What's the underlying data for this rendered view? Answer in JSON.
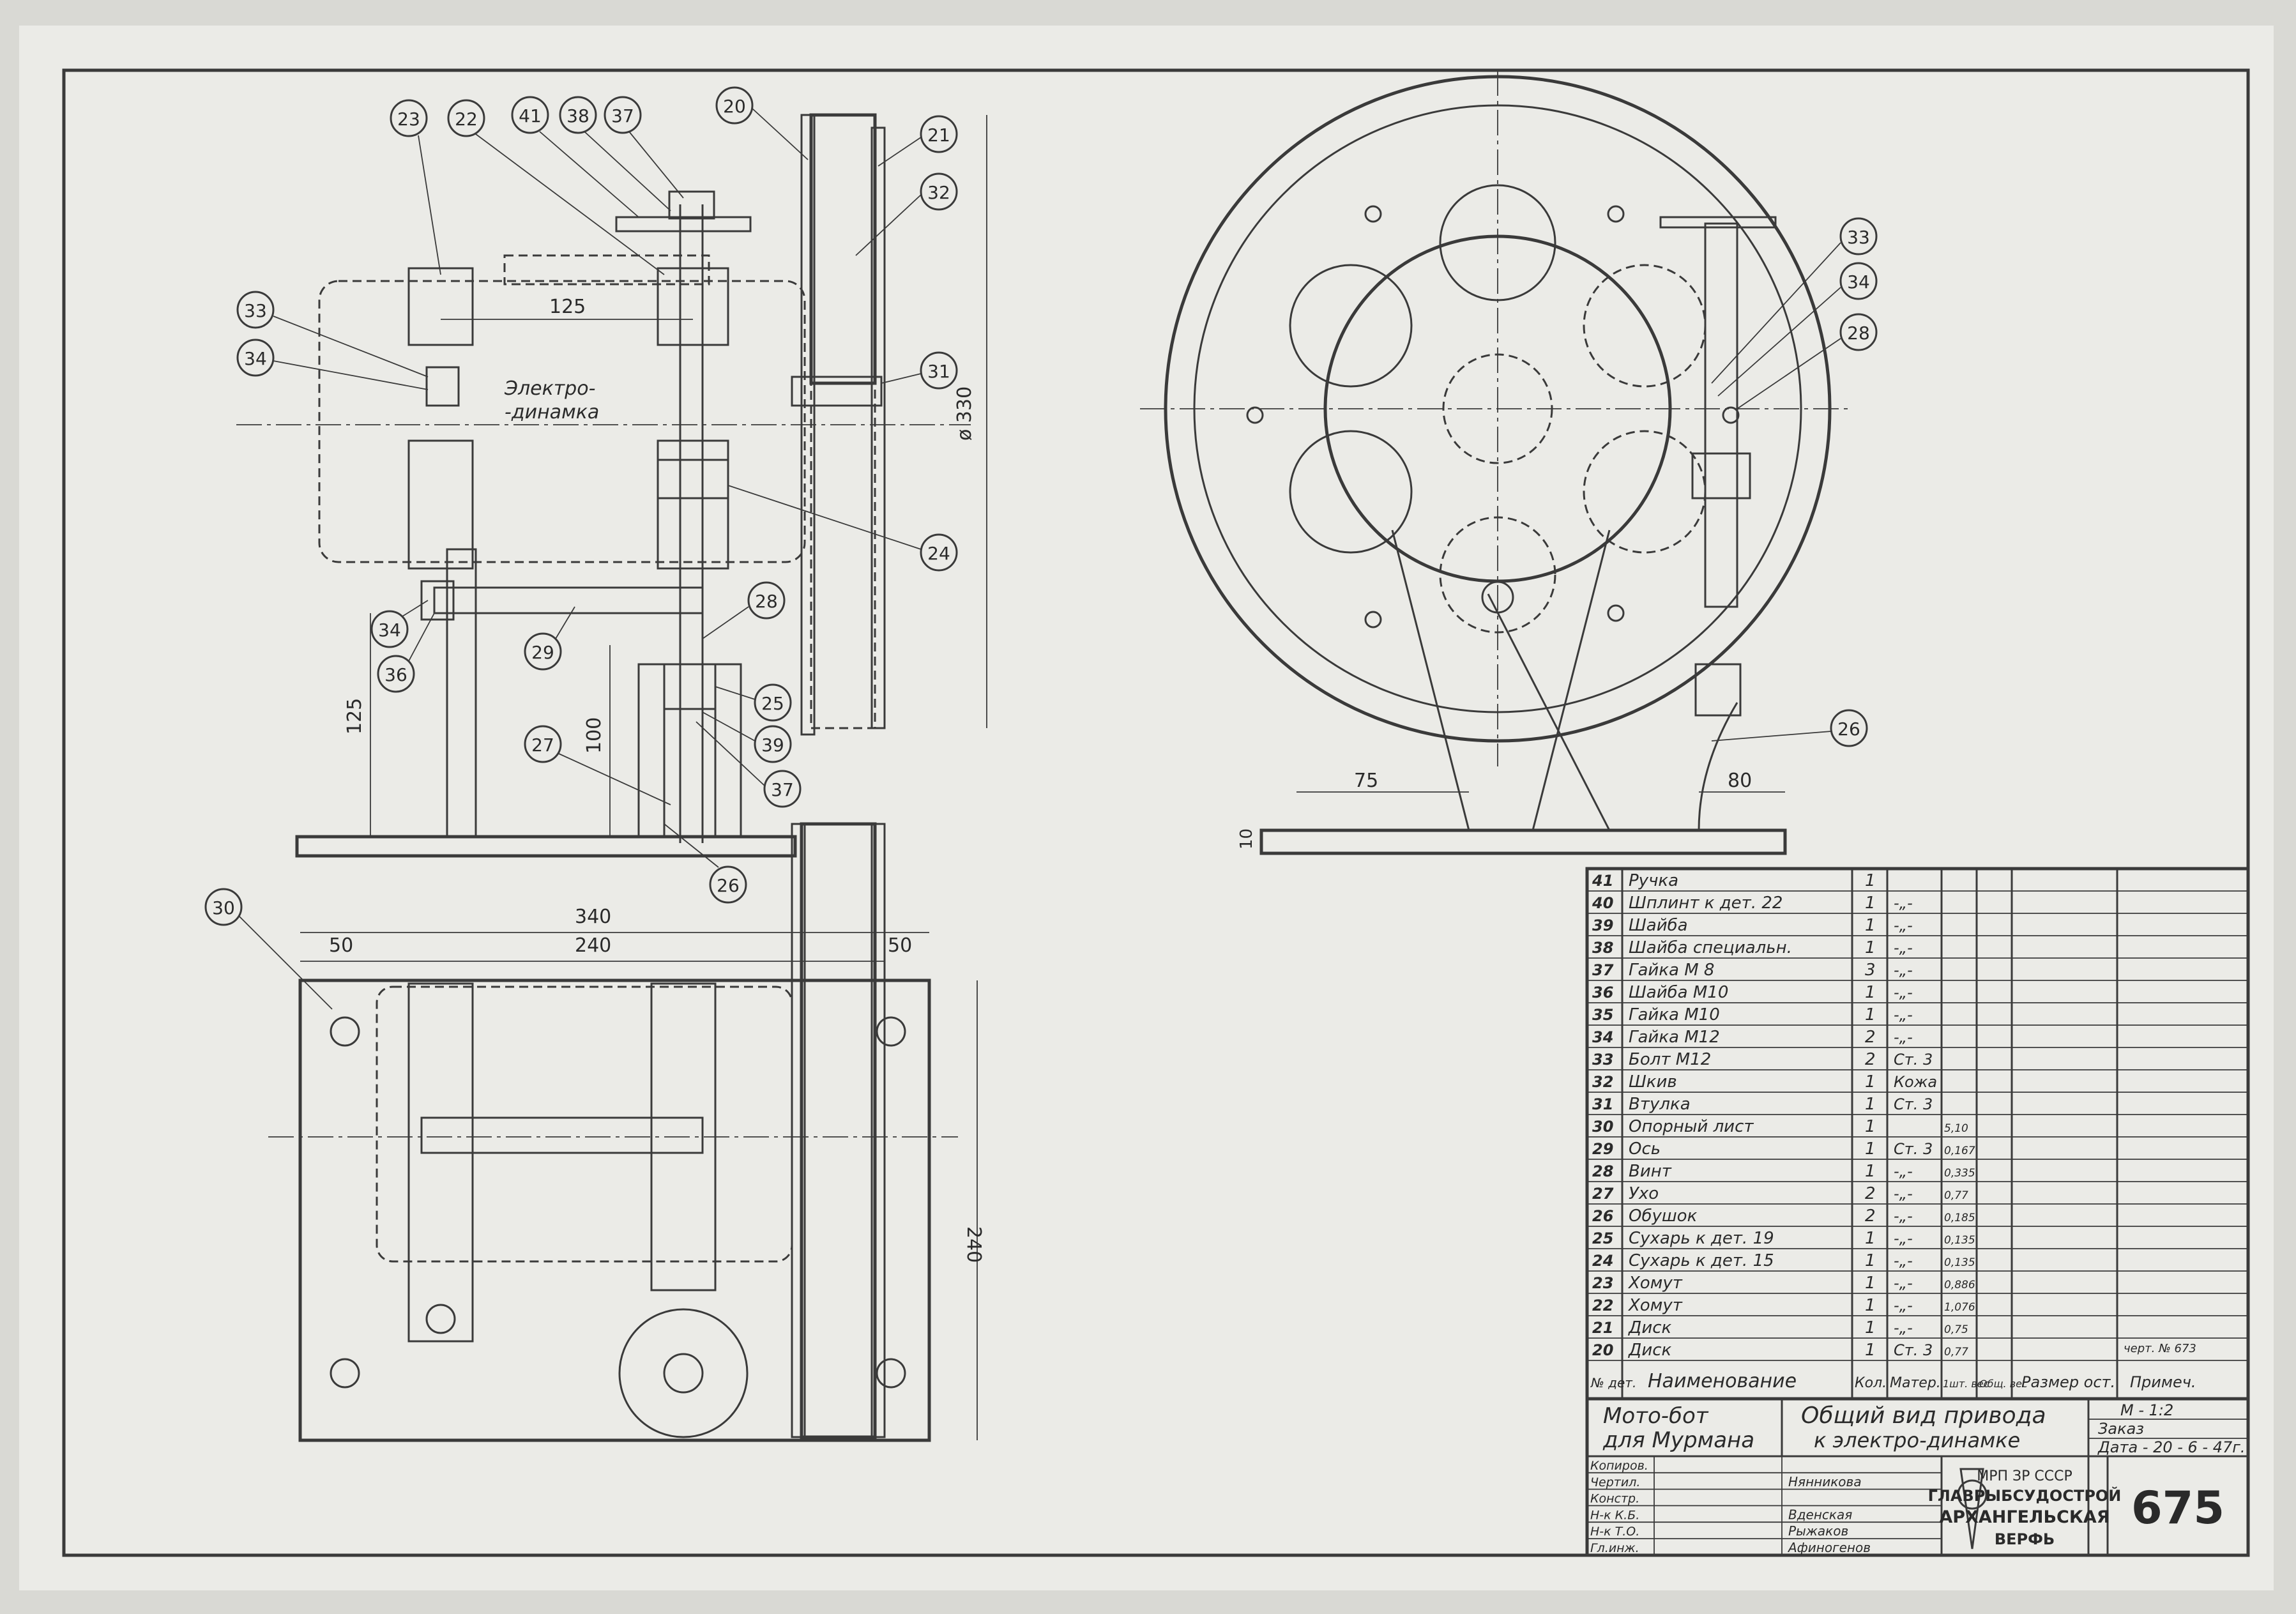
{
  "views": {
    "side": {
      "callouts": [
        "23",
        "22",
        "41",
        "38",
        "37",
        "20",
        "21",
        "32",
        "31",
        "33",
        "34",
        "24",
        "34",
        "36",
        "29",
        "28",
        "27",
        "25",
        "39",
        "37",
        "26"
      ],
      "motor_label_1": "Электро-",
      "motor_label_2": "-динамка",
      "dims": {
        "d1": "125",
        "d2": "125",
        "d3": "100",
        "d4": "ø 330"
      }
    },
    "front": {
      "callouts": [
        "33",
        "34",
        "28",
        "26"
      ],
      "dims": {
        "d1": "75",
        "d2": "80",
        "d3": "10"
      }
    },
    "plan": {
      "callouts": [
        "30"
      ],
      "dims": {
        "d1": "340",
        "d2": "50",
        "d3": "240",
        "d4": "50",
        "d5": "240"
      }
    }
  },
  "parts": [
    {
      "pos": "41",
      "name": "Ручка",
      "qty": "1",
      "mat": "",
      "wt": ""
    },
    {
      "pos": "40",
      "name": "Шплинт к дет. 22",
      "qty": "1",
      "mat": "-„-",
      "wt": ""
    },
    {
      "pos": "39",
      "name": "Шайба",
      "qty": "1",
      "mat": "-„-",
      "wt": ""
    },
    {
      "pos": "38",
      "name": "Шайба специальн.",
      "qty": "1",
      "mat": "-„-",
      "wt": ""
    },
    {
      "pos": "37",
      "name": "Гайка М 8",
      "qty": "3",
      "mat": "-„-",
      "wt": ""
    },
    {
      "pos": "36",
      "name": "Шайба М10",
      "qty": "1",
      "mat": "-„-",
      "wt": ""
    },
    {
      "pos": "35",
      "name": "Гайка М10",
      "qty": "1",
      "mat": "-„-",
      "wt": ""
    },
    {
      "pos": "34",
      "name": "Гайка М12",
      "qty": "2",
      "mat": "-„-",
      "wt": ""
    },
    {
      "pos": "33",
      "name": "Болт М12",
      "qty": "2",
      "mat": "Ст. 3",
      "wt": ""
    },
    {
      "pos": "32",
      "name": "Шкив",
      "qty": "1",
      "mat": "Кожа",
      "wt": ""
    },
    {
      "pos": "31",
      "name": "Втулка",
      "qty": "1",
      "mat": "Ст. 3",
      "wt": ""
    },
    {
      "pos": "30",
      "name": "Опорный лист",
      "qty": "1",
      "mat": "",
      "wt": "5,10"
    },
    {
      "pos": "29",
      "name": "Ось",
      "qty": "1",
      "mat": "Ст. 3",
      "wt": "0,167"
    },
    {
      "pos": "28",
      "name": "Винт",
      "qty": "1",
      "mat": "-„-",
      "wt": "0,335"
    },
    {
      "pos": "27",
      "name": "Ухо",
      "qty": "2",
      "mat": "-„-",
      "wt": "0,77"
    },
    {
      "pos": "26",
      "name": "Обушок",
      "qty": "2",
      "mat": "-„-",
      "wt": "0,185"
    },
    {
      "pos": "25",
      "name": "Сухарь к дет. 19",
      "qty": "1",
      "mat": "-„-",
      "wt": "0,135"
    },
    {
      "pos": "24",
      "name": "Сухарь к дет. 15",
      "qty": "1",
      "mat": "-„-",
      "wt": "0,135"
    },
    {
      "pos": "23",
      "name": "Хомут",
      "qty": "1",
      "mat": "-„-",
      "wt": "0,886"
    },
    {
      "pos": "22",
      "name": "Хомут",
      "qty": "1",
      "mat": "-„-",
      "wt": "1,076"
    },
    {
      "pos": "21",
      "name": "Диск",
      "qty": "1",
      "mat": "-„-",
      "wt": "0,75"
    },
    {
      "pos": "20",
      "name": "Диск",
      "qty": "1",
      "mat": "Ст. 3",
      "wt": "0,77"
    }
  ],
  "parts_header": {
    "pos": "№ дет.",
    "name": "Наименование",
    "qty": "Кол.",
    "mat": "Матер.",
    "wt1": "1шт. вес",
    "wt2": "Общ. вес",
    "size": "Размер ост.",
    "note": "Примеч."
  },
  "note_ref": "черт. № 673",
  "title_block": {
    "project_1": "Мото-бот",
    "project_2": "для Мурмана",
    "title_1": "Общий вид привода",
    "title_2": "к электро-динамке",
    "scale": "М - 1:2",
    "order": "Заказ",
    "date": "Дата - 20 - 6 - 47г.",
    "roles": [
      "Копиров.",
      "Чертил.",
      "Констр.",
      "Н-к К.Б.",
      "Н-к Т.О.",
      "Гл.инж."
    ],
    "names": [
      "",
      "Нянникова",
      "",
      "Вденская",
      "Рыжаков",
      "Афиногенов"
    ],
    "org_1": "МРП ЗР СССР",
    "org_2": "ГЛАВРЫБСУДОСТРОЙ",
    "org_3": "АРХАНГЕЛЬСКАЯ",
    "org_4": "ВЕРФЬ",
    "sheet_no": "675"
  }
}
